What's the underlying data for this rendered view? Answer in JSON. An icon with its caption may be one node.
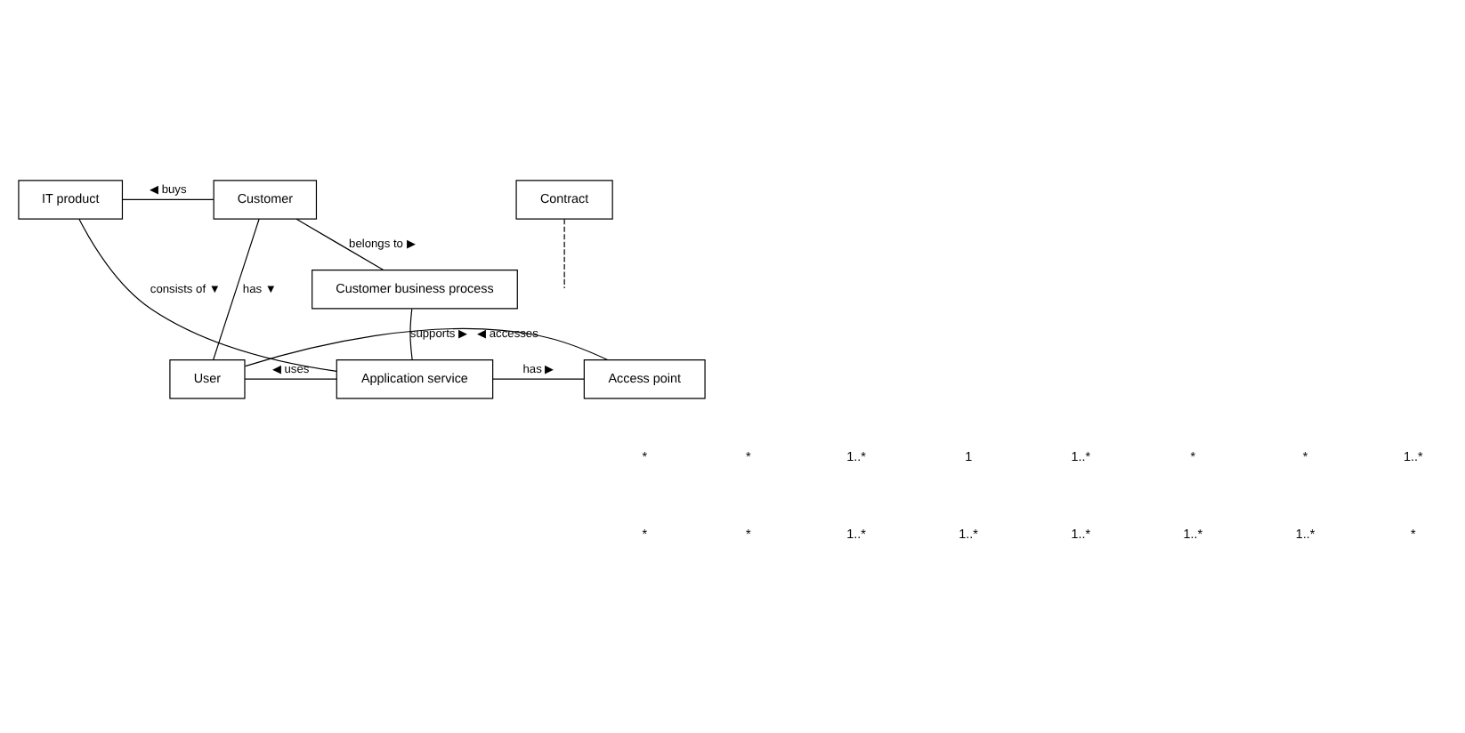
{
  "diagram": {
    "nodes": [
      {
        "text": [
          "IT product"
        ]
      },
      {
        "text": [
          "Customer"
        ]
      },
      {
        "text": [
          "Contract"
        ]
      },
      {
        "text": [
          "Customer business process"
        ]
      },
      {
        "text": [
          "Application service"
        ]
      },
      {
        "text": [
          "Access point"
        ]
      },
      {
        "text": [
          "User"
        ]
      }
    ],
    "edges": [
      {
        "from": 0,
        "to": 1,
        "arrow": "none",
        "label": "◀ buys"
      },
      {
        "from": 2,
        "to": null,
        "arrow": "none",
        "style": "dashed"
      },
      {
        "from": 0,
        "to": 4,
        "arrow": "none",
        "label": "consists of ▼"
      },
      {
        "from": 1,
        "to": 3,
        "arrow": "none",
        "label": "belongs to ▶"
      },
      {
        "from": 1,
        "to": 6,
        "arrow": "none",
        "label": "has ▼"
      },
      {
        "from": 3,
        "to": 4,
        "arrow": "none",
        "label": "supports ▶"
      },
      {
        "from": 6,
        "to": 4,
        "arrow": "none",
        "label": "◀ uses"
      },
      {
        "from": 4,
        "to": 5,
        "arrow": "none",
        "label": "has ▶"
      },
      {
        "from": 6,
        "to": 5,
        "arrow": "none",
        "label": "◀ accesses"
      }
    ],
    "labels": [
      "*",
      "*",
      "1..*",
      "1",
      "1..*",
      "*",
      "*",
      "1..*",
      "*",
      "*",
      "1..*",
      "1..*",
      "1..*",
      "1..*",
      "1..*",
      "*"
    ]
  }
}
